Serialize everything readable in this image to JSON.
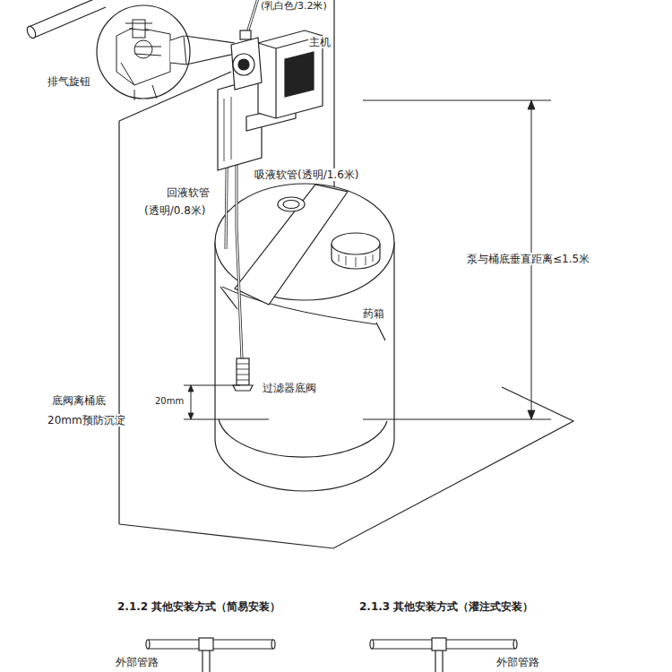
{
  "diagram": {
    "labels": [
      "(乳白色/3.2米)",
      "排气旋钮",
      "主机",
      "吸液软管(透明/1.6米)",
      "回液软管",
      "(透明/0.8米)",
      "泵与桶底垂直距离≤1.5米",
      "药箱",
      "底阀离桶底",
      "20mm",
      "20mm预防沉淀",
      "过滤器底阀",
      "2.1.2  其他安装方式（简易安装）",
      "2.1.3  其他安装方式（灌注式安装）",
      "外部管路",
      "外部管路"
    ]
  }
}
